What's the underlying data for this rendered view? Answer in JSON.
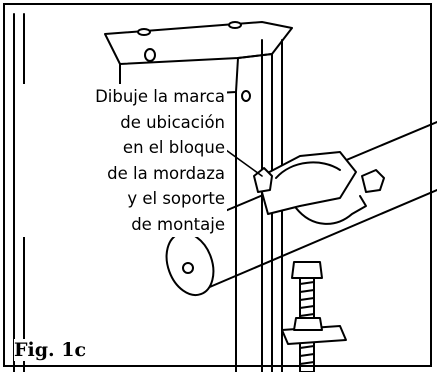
{
  "figure": {
    "callout_lines": [
      "Dibuje la marca",
      "de ubicación",
      "en el bloque",
      "de la mordaza",
      "y el soporte",
      "de montaje"
    ],
    "label": "Fig. 1c"
  },
  "colors": {
    "ink": "#000000",
    "paper": "#ffffff"
  }
}
